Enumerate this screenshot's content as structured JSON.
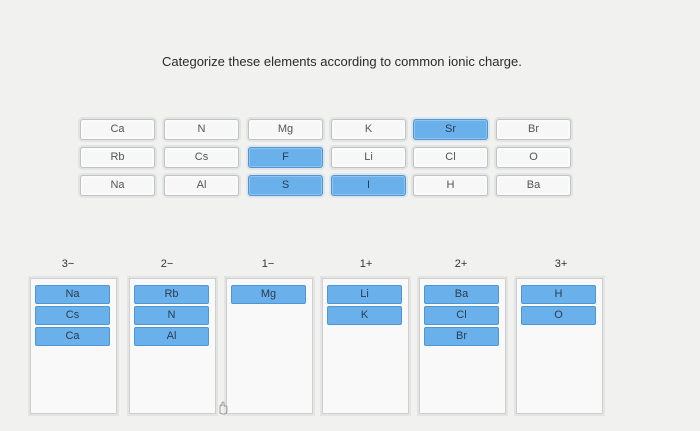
{
  "prompt": "Categorize these elements according to common ionic charge.",
  "pool": {
    "tiles": [
      {
        "label": "Ca",
        "state": "default"
      },
      {
        "label": "N",
        "state": "default"
      },
      {
        "label": "Mg",
        "state": "default"
      },
      {
        "label": "K",
        "state": "default"
      },
      {
        "label": "Sr",
        "state": "selected"
      },
      {
        "label": "Br",
        "state": "default"
      },
      {
        "label": "Rb",
        "state": "default"
      },
      {
        "label": "Cs",
        "state": "default"
      },
      {
        "label": "F",
        "state": "selected"
      },
      {
        "label": "Li",
        "state": "default"
      },
      {
        "label": "Cl",
        "state": "default"
      },
      {
        "label": "O",
        "state": "default"
      },
      {
        "label": "Na",
        "state": "default"
      },
      {
        "label": "Al",
        "state": "default"
      },
      {
        "label": "S",
        "state": "selected"
      },
      {
        "label": "I",
        "state": "selected"
      },
      {
        "label": "H",
        "state": "default"
      },
      {
        "label": "Ba",
        "state": "default"
      }
    ]
  },
  "categories": [
    {
      "label": "3−",
      "items": [
        "Na",
        "Cs",
        "Ca"
      ]
    },
    {
      "label": "2−",
      "items": [
        "Rb",
        "N",
        "Al"
      ]
    },
    {
      "label": "1−",
      "items": [
        "Mg"
      ]
    },
    {
      "label": "1+",
      "items": [
        "Li",
        "K"
      ]
    },
    {
      "label": "2+",
      "items": [
        "Ba",
        "Cl",
        "Br"
      ]
    },
    {
      "label": "3+",
      "items": [
        "H",
        "O"
      ]
    }
  ],
  "colors": {
    "background": "#f1f1f0",
    "selected": "#6ab0ea",
    "tile": "#f7f7f7"
  }
}
